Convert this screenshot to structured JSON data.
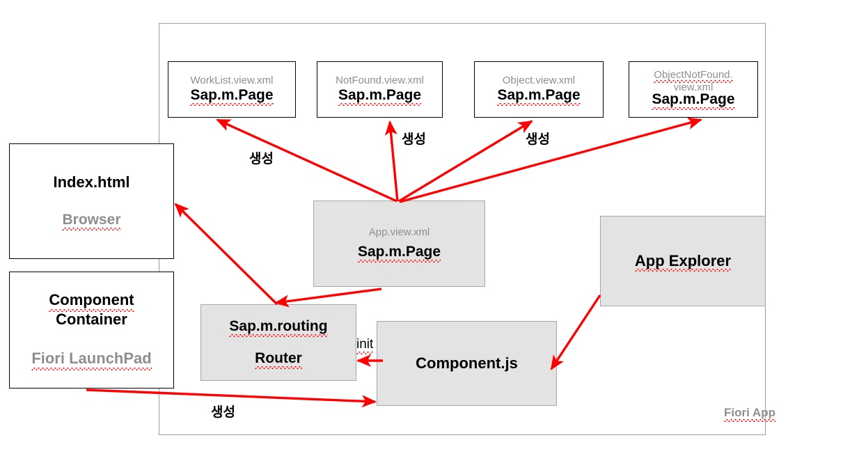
{
  "diagram": {
    "title": "SAP Fiori App routing structure diagram",
    "accent_color": "#ff0000",
    "gray_fill": "#e3e3e3",
    "gray_text": "#8e8e8e",
    "outer_container_label": "Fiori App"
  },
  "pages": [
    {
      "file": "WorkList.view.xml",
      "control": "Sap.m.Page"
    },
    {
      "file": "NotFound.view.xml",
      "control": "Sap.m.Page"
    },
    {
      "file": "Object.view.xml",
      "control": "Sap.m.Page"
    },
    {
      "file": "ObjectNotFound.",
      "file2": "view.xml",
      "control": "Sap.m.Page"
    }
  ],
  "app_view": {
    "file": "App.view.xml",
    "control": "Sap.m.Page"
  },
  "browser_box": {
    "title": "Index.html",
    "subtitle": "Browser"
  },
  "container_box": {
    "title1": "Component",
    "title2": "Container",
    "subtitle": "Fiori LaunchPad"
  },
  "router_box": {
    "line1": "Sap.m.routing",
    "line2": "Router"
  },
  "component_box": {
    "label": "Component.js"
  },
  "explorer_box": {
    "label": "App Explorer"
  },
  "arrow_labels": {
    "create_worklist": "생성",
    "create_notfound": "생성",
    "create_object": "생성",
    "init": "init",
    "create_component": "생성"
  }
}
